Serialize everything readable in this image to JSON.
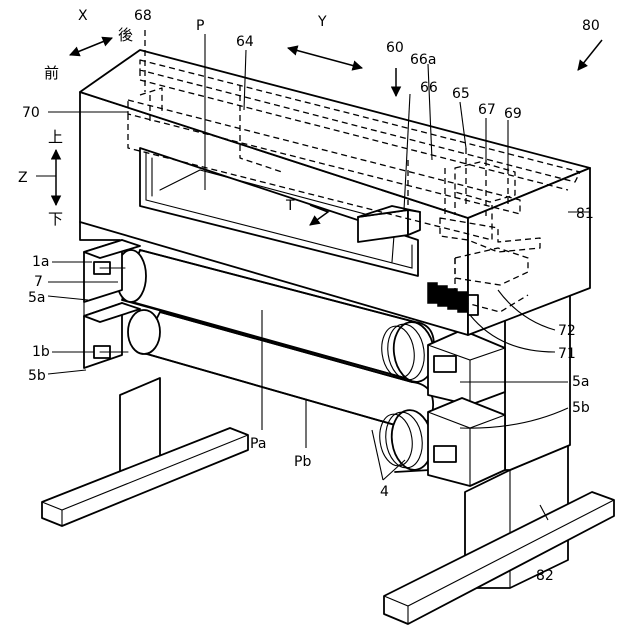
{
  "figure": {
    "labels": {
      "fig_no": "80",
      "unit": "60",
      "housing": "81",
      "stand": "82",
      "paper": "P",
      "item_64": "64",
      "item_65": "65",
      "item_66": "66",
      "item_66a": "66a",
      "item_67": "67",
      "item_68": "68",
      "item_69": "69",
      "item_70": "70",
      "item_71": "71",
      "item_72": "72",
      "transport": "T",
      "roll_a": "Pa",
      "roll_b": "Pb",
      "axis_x": "X",
      "axis_y": "Y",
      "axis_z": "Z",
      "rear": "後",
      "front": "前",
      "up": "上",
      "down": "下",
      "core": "4",
      "holder_1a": "1a",
      "holder_1b": "1b",
      "support_5a_left": "5a",
      "support_5b_left": "5b",
      "support_5a_right": "5a",
      "support_5b_right": "5b",
      "flange": "7"
    }
  }
}
